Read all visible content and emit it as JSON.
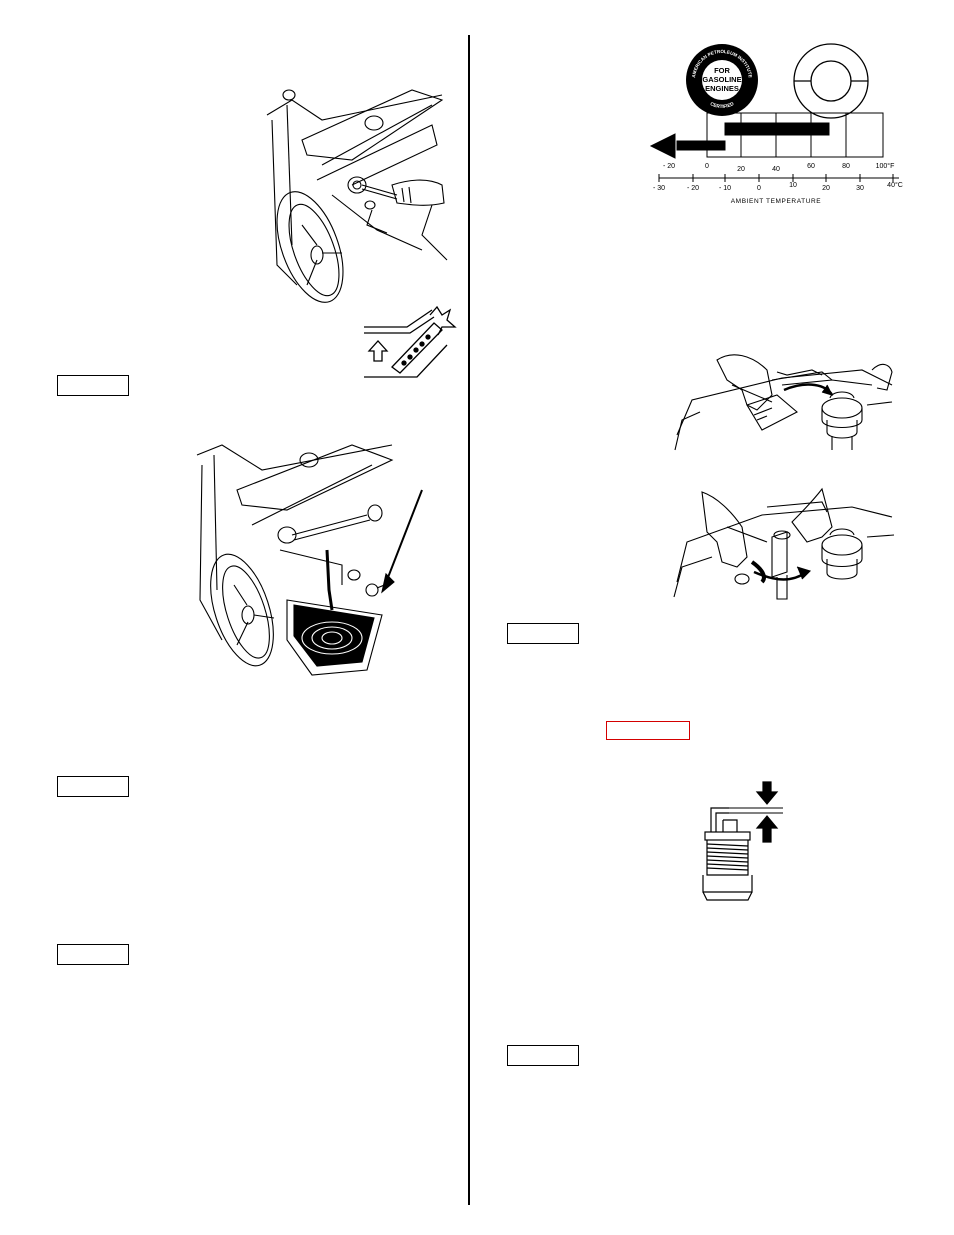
{
  "oil_chart": {
    "seal_text_center": [
      "FOR",
      "GASOLINE",
      "ENGINES"
    ],
    "seal_text_top": "AMERICAN PETROLEUM INSTITUTE",
    "seal_text_bottom": "CERTIFIED",
    "fahrenheit_ticks": [
      "- 20",
      "0",
      "20",
      "40",
      "60",
      "80",
      "100°F"
    ],
    "celsius_ticks": [
      "- 30",
      "- 20",
      "- 10",
      "0",
      "10",
      "20",
      "30",
      "40°C"
    ],
    "axis_label": "AMBIENT TEMPERATURE"
  },
  "colors": {
    "ink": "#000000",
    "highlight_box": "#d40000"
  }
}
